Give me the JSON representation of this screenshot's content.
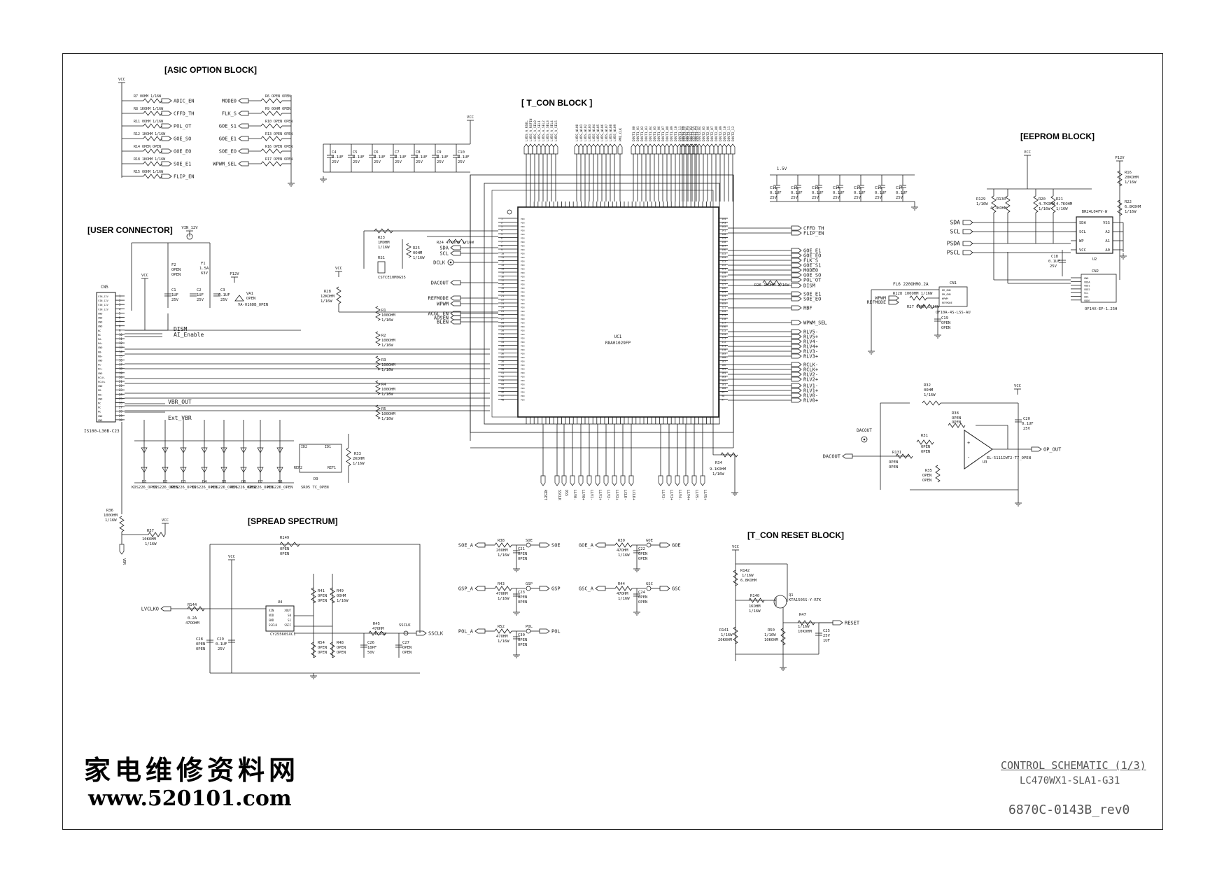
{
  "blocks": {
    "asic_option": "[ASIC OPTION BLOCK]",
    "tcon": "[ T_CON  BLOCK ]",
    "eeprom": "[EEPROM BLOCK]",
    "user_connector": "[USER CONNECTOR]",
    "spread_spectrum": "[SPREAD SPECTRUM]",
    "tcon_reset": "[T_CON RESET BLOCK]"
  },
  "asic_option_rows": [
    {
      "ref": "R7 0OHM 1/16W",
      "net": "ADIC_EN"
    },
    {
      "ref": "R8 1KOHM 1/16W",
      "net": "CFFD_TH"
    },
    {
      "ref": "R11 0OHM 1/16W",
      "net": "POL_OT"
    },
    {
      "ref": "R12 1KOHM 1/16W",
      "net": "GOE_SO"
    },
    {
      "ref": "R14 OPEN OPEN",
      "net": "GOE_EO"
    },
    {
      "ref": "R18 1KOHM 1/16W",
      "net": "SOE_E1"
    },
    {
      "ref": "R15 0OHM 1/16W",
      "net": "FLIP_EN"
    }
  ],
  "asic_option_right": [
    {
      "net": "MODE0",
      "ref": "R6 OPEN OPEN"
    },
    {
      "net": "FLK_S",
      "ref": "R9 0OHM OPEN"
    },
    {
      "net": "GOE_S1",
      "ref": "R10 OPEN OPEN"
    },
    {
      "net": "GOE_E1",
      "ref": "R13 OPEN OPEN"
    },
    {
      "net": "SOE_EO",
      "ref": "R16 OPEN OPEN"
    },
    {
      "net": "WPWM_SEL",
      "ref": "R17 OPEN OPEN"
    }
  ],
  "caps_top": [
    "C4 0.1UF 25V",
    "C5 0.1UF 25V",
    "C6 0.1UF 25V",
    "C7 0.1UF 25V",
    "C8 0.1UF 25V",
    "C9 0.1UF 25V",
    "C10 0.1UF 25V"
  ],
  "caps_right": [
    "C11 0.1UF 25V",
    "C12 0.1UF 25V",
    "C13 0.1UF 25V",
    "C14 0.1UF 25V",
    "C15 0.1UF 25V",
    "C16 0.1UF 25V",
    "C17 0.1UF 25V"
  ],
  "tcon": {
    "ic_ref": "UC1",
    "ic_part": "R8A01029FP",
    "crystal": "RS1 CSTCE10M0G55",
    "r23": "R23 1MOHM 1/16W",
    "r25": "R25 0OHM 1/16W",
    "r24": "R24 47KOHM 1/16W",
    "r28": "R28 12KOHM 1/16W",
    "r26": "R26 1KOHM 1/16W",
    "r34": "R34 9.1KOHM 1/16W",
    "left_nets": [
      "SDA",
      "SCL",
      "DCLK",
      "DACOUT",
      "REFMODE",
      "WPWM",
      "ACGL_EN",
      "ADSEN",
      "BLEN"
    ],
    "right_nets": [
      "CFFD_TH",
      "FLIP_EN",
      "GOE_E1",
      "GOE_EO",
      "FLK_S",
      "GOE_S1",
      "MODE0",
      "GOE_SO",
      "POL_OT",
      "DISM",
      "SOE_E1",
      "SOE_EO",
      "RBF",
      "WPWM_SEL",
      "RLV5-",
      "RLV5+",
      "RLV4-",
      "RLV4+",
      "RLV3-",
      "RLV3+",
      "RCLK-",
      "RCLK+",
      "RLV2-",
      "RLV2+",
      "RLV1-",
      "RLV1+",
      "RLV0-",
      "RLV0+"
    ],
    "bottom_nets": [
      "RESET",
      "SSCLK",
      "DSS",
      "LLV0-",
      "LLV0+",
      "LLV1-",
      "LLV1+",
      "LLV2-",
      "LLV2+",
      "LCLK-",
      "LCLK+",
      "LLV3-",
      "LLV3+",
      "LLV4-",
      "LLV4+",
      "LLV5-",
      "LLV5+"
    ],
    "top_nets_a": [
      "LVDS_A_RSEL",
      "LVDS_A_RSFIN",
      "LVDS_A_SEL0",
      "LVDS_A_SEL1",
      "LVDS_A_SEL2",
      "LVDS_A_SEL3",
      "LVDS_A_SEL4",
      "LVDS_A_SEL5"
    ],
    "top_nets_b": [
      "LVDS_WL00",
      "LVDS_WL01",
      "LVDS_WL02",
      "LVDS_WL03",
      "LVDS_WL04",
      "LVDS_WL05",
      "LVDS_WL06",
      "LVDS_WL07",
      "LVDS_WL08",
      "LVDS_WL09"
    ],
    "top_nets_c": [
      "PMI_CLK"
    ],
    "top_nets_d": [
      "DOUT1_00",
      "DOUT1_01",
      "DOUT1_02",
      "DOUT1_03",
      "DOUT1_04",
      "DOUT1_05",
      "DOUT1_06",
      "DOUT1_07",
      "DOUT1_08",
      "DOUT1_09",
      "DOUT1_10",
      "DOUT1_11",
      "DOUT1_12",
      "DOUT1_13",
      "DOUT1_14",
      "DOUT1_15"
    ],
    "top_nets_e": [
      "DOUT2_00",
      "DOUT2_01",
      "DOUT2_02",
      "DOUT2_03",
      "DOUT2_04",
      "DOUT2_05",
      "DOUT2_06",
      "DOUT2_07",
      "DOUT2_08",
      "DOUT2_09",
      "DOUT2_10",
      "DOUT2_11",
      "DOUT2_12"
    ]
  },
  "supply": {
    "vcc": "VCC",
    "v15": "1.5V",
    "p12v": "P12V",
    "vin12v": "VIN_12V"
  },
  "user_connector": {
    "cn": "CN5",
    "part": "IS100-L30B-C23",
    "pins": [
      "VIN_12V",
      "VIN_12V",
      "VIN_12V",
      "VIN_12V",
      "GND",
      "GND",
      "GND",
      "GND",
      "NC",
      "NC",
      "RA-",
      "RA+",
      "GND",
      "RB-",
      "RB+",
      "GND",
      "RC-",
      "RC+",
      "GND",
      "RCLK-",
      "RCLK+",
      "GND",
      "RD-",
      "RD+",
      "GND",
      "NC",
      "NC",
      "NC",
      "GND",
      "GND"
    ],
    "f2": "F2 OPEN OPEN",
    "f1": "F1 1.5A 63V",
    "c1": "C1 1UF 25V",
    "c2": "C2 1UF 25V",
    "c3": "C3 0.1UF 25V",
    "va1": "VA1 OPEN VA-016DB_OPEN",
    "dism": "DISM",
    "ai_enable": "AI_Enable",
    "vbr_out": "VBR_OUT",
    "ext_vbr": "Ext_VBR",
    "diodes": [
      "D1",
      "D2",
      "D3",
      "D4",
      "D5",
      "D6",
      "D7",
      "D8"
    ],
    "diode_part": "KDS226_OPEN",
    "d9": "D9 SR95 TC_OPEN",
    "d9_labels": [
      "ID2",
      "ID1",
      "REF2",
      "REF1"
    ],
    "r33": "R33 2KOHM 1/16W",
    "r36": "R36 100OHM 1/16W",
    "r37": "R37 10KOHM 1/16W",
    "vbr": "VBR"
  },
  "eeprom": {
    "nets_in": [
      "SDA",
      "SCL",
      "PSDA",
      "PSCL"
    ],
    "r129": "R129 1/16W",
    "r130": "R130 4.7KOHM 1/16W",
    "r20": "R20 4.7KOHM 1/16W",
    "r21": "R21 4.7KOHM 1/16W",
    "r16": "R16 20KOHM 1/16W",
    "r22": "R22 6.8KOHM 1/16W",
    "ic": "BR24L04FV-W",
    "ic_ref": "U2",
    "ic_pins_l": [
      "SDA",
      "SCL",
      "WP",
      "VCC"
    ],
    "ic_pins_r": [
      "VSS",
      "A2",
      "A1",
      "A0"
    ],
    "c18": "C18 0.1UF 25V",
    "cn2": "CN2",
    "cn2_part": "OF14X-EP-1.25H",
    "cn2_pins": [
      "GND",
      "VDDA",
      "VDD1",
      "VDD2",
      "SCL",
      "SDA",
      "VDDE"
    ],
    "cn1": "CN1",
    "cn1_part": "OF10A-4S-LSS-AU",
    "cn1_pins": [
      "DM_GND",
      "DM_GND",
      "WPWM",
      "REFMODE"
    ],
    "fl6": "FL6 220OHMO.2A",
    "r128": "R128 100OHM 1/16W",
    "r27": "R27 0OHM 1/16W",
    "c19": "C19 OPEN OPEN",
    "wpwm": "WPWM",
    "refmode": "REFMODE"
  },
  "opamp": {
    "r32": "R32 0OHM 1/16W",
    "r38": "R38 OPEN OPEN",
    "r31": "R31 OPEN OPEN",
    "r131": "R131 OPEN OPEN",
    "r35": "R35 OPEN OPEN",
    "c20": "C20 0.1UF 25V",
    "u3": "U3",
    "u3_part": "EL-5111IWT2-T7_OPEN",
    "in": "DACOUT",
    "out": "OP_OUT",
    "probe": "DACOUT"
  },
  "spread": {
    "r149": "R149 OPEN OPEN",
    "in": "LVCLKO",
    "r144": "R144 0.2A 47OOHM",
    "u4": "U4",
    "u4_part": "CY25560SXC1",
    "u4_pins": [
      "XIN",
      "VDD",
      "GND",
      "SSCLK"
    ],
    "u4_pins_r": [
      "XOUT",
      "S0",
      "S1",
      "SSCC"
    ],
    "c28": "C28 OPEN OPEN",
    "c29": "C29 0.1UF 25V",
    "r41": "R41 OPEN OPEN",
    "r49": "R49 0OHM 1/16W",
    "r54": "R54 OPEN OPEN",
    "r48": "R48 OPEN OPEN",
    "r45": "R45 47OHM 1/16W",
    "c26": "C26 18PF 50V",
    "c27": "C27 OPEN OPEN",
    "out": "SSCLK"
  },
  "filters": [
    {
      "in": "SOE_A",
      "r": "R38 20OHM 1/16W",
      "c": "C21 OPEN OPEN",
      "tp": "SOE",
      "out": "SOE"
    },
    {
      "in": "GOE_A",
      "r": "R39 47OHM 1/16W",
      "c": "C22 OPEN OPEN",
      "tp": "GOE",
      "out": "GOE"
    },
    {
      "in": "GSP_A",
      "r": "R43 47OHM 1/16W",
      "c": "C23 OPEN OPEN",
      "tp": "GSP",
      "out": "GSP"
    },
    {
      "in": "GSC_A",
      "r": "R44 47OHM 1/16W",
      "c": "C24 OPEN OPEN",
      "tp": "GSC",
      "out": "GSC"
    },
    {
      "in": "POL_A",
      "r": "R52 47OHM 1/16W",
      "c": "C30 OPEN OPEN",
      "tp": "POL",
      "out": "POL"
    }
  ],
  "reset": {
    "r142": "R142 1/16W 6.8KOHM",
    "r140": "R140 1KOHM 1/16W",
    "q": "Q1 KTA1505S-Y-RTK",
    "r141": "R141 1/16W 20KOHM",
    "r50": "R50 1/16W 10KOHM",
    "r47": "R47 1/16W 10KOHM",
    "c25": "C25 25V 1UF",
    "out": "RESET"
  },
  "watermark": {
    "cn": "家电维修资料网",
    "url": "www.520101.com"
  },
  "titleblock": {
    "title": "CONTROL SCHEMATIC (1/3)",
    "model": "LC470WX1-SLA1-G31",
    "docno": "6870C-0143B_rev0"
  }
}
